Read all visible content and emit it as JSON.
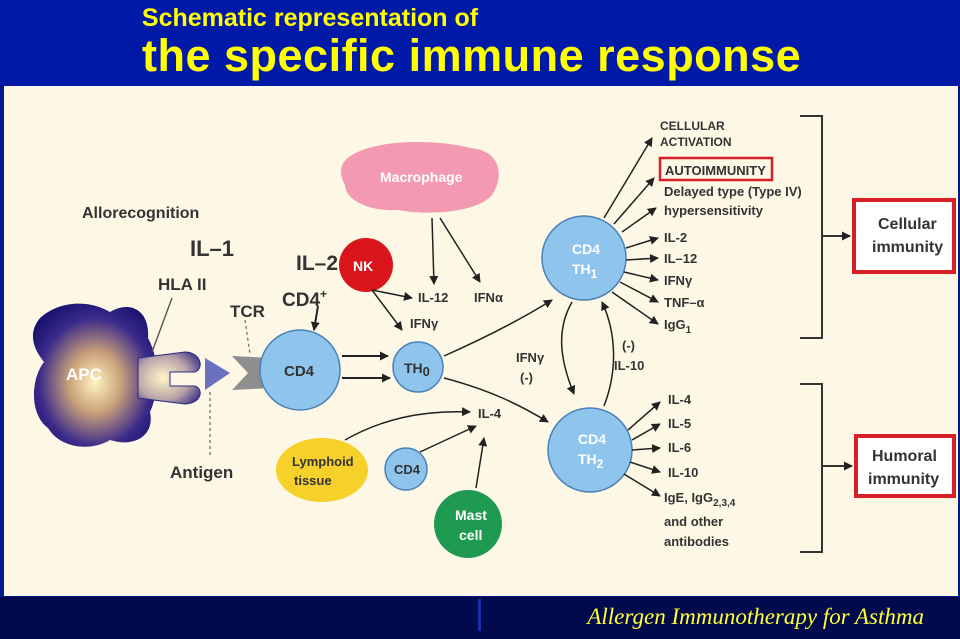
{
  "title": {
    "line1": "Schematic representation of",
    "line2": "the specific immune response"
  },
  "footer": "Allergen Immunotherapy for Asthma",
  "diagram": {
    "alloreco": "Allorecognition",
    "il1": "IL–1",
    "hla": "HLA II",
    "apc": "APC",
    "antigen": "Antigen",
    "tcr": "TCR",
    "il2": "IL–2",
    "cd4plus": "CD4",
    "cd4plus_sup": "+",
    "cd4_cell": "CD4",
    "nk": "NK",
    "macrophage": "Macrophage",
    "il12_a": "IL-12",
    "ifng_a": "IFNγ",
    "ifna": "IFNα",
    "th0": "TH",
    "th0_sub": "0",
    "lymphoid": [
      "Lymphoid",
      "tissue"
    ],
    "cd4_small": "CD4",
    "mast": [
      "Mast",
      "cell"
    ],
    "il4_mid": "IL-4",
    "ifng_mid": "IFNγ",
    "minus_mid": "(-)",
    "th1": [
      "CD4",
      "TH"
    ],
    "th1_sub": "1",
    "th2": [
      "CD4",
      "TH"
    ],
    "th2_sub": "2",
    "minus_right": "(-)",
    "il10_right": "IL-10",
    "cellular_activation": [
      "CELLULAR",
      "ACTIVATION"
    ],
    "autoimmunity": "AUTOIMMUNITY",
    "delayed": [
      "Delayed type (Type IV)",
      "hypersensitivity"
    ],
    "th1_cytokines": [
      "IL-2",
      "IL–12",
      "IFNγ",
      "TNF–α",
      "IgG"
    ],
    "igg1_sub": "1",
    "th2_cytokines": [
      "IL-4",
      "IL-5",
      "IL-6",
      "IL-10"
    ],
    "ige": "IgE, IgG",
    "ige_sub": "2,3,4",
    "other_ab": [
      "and other",
      "antibodies"
    ],
    "cellular_immunity": [
      "Cellular",
      "immunity"
    ],
    "humoral_immunity": [
      "Humoral",
      "immunity"
    ]
  },
  "colors": {
    "header_bg": "#0019a6",
    "title": "#ffff00",
    "cell_blue": "#8fc4ec",
    "nk_red": "#d9141b",
    "macrophage_pink": "#f39ab2",
    "lymphoid_yellow": "#f5d12a",
    "mast_green": "#1f9a52",
    "immunity_box": "#d61f26"
  }
}
